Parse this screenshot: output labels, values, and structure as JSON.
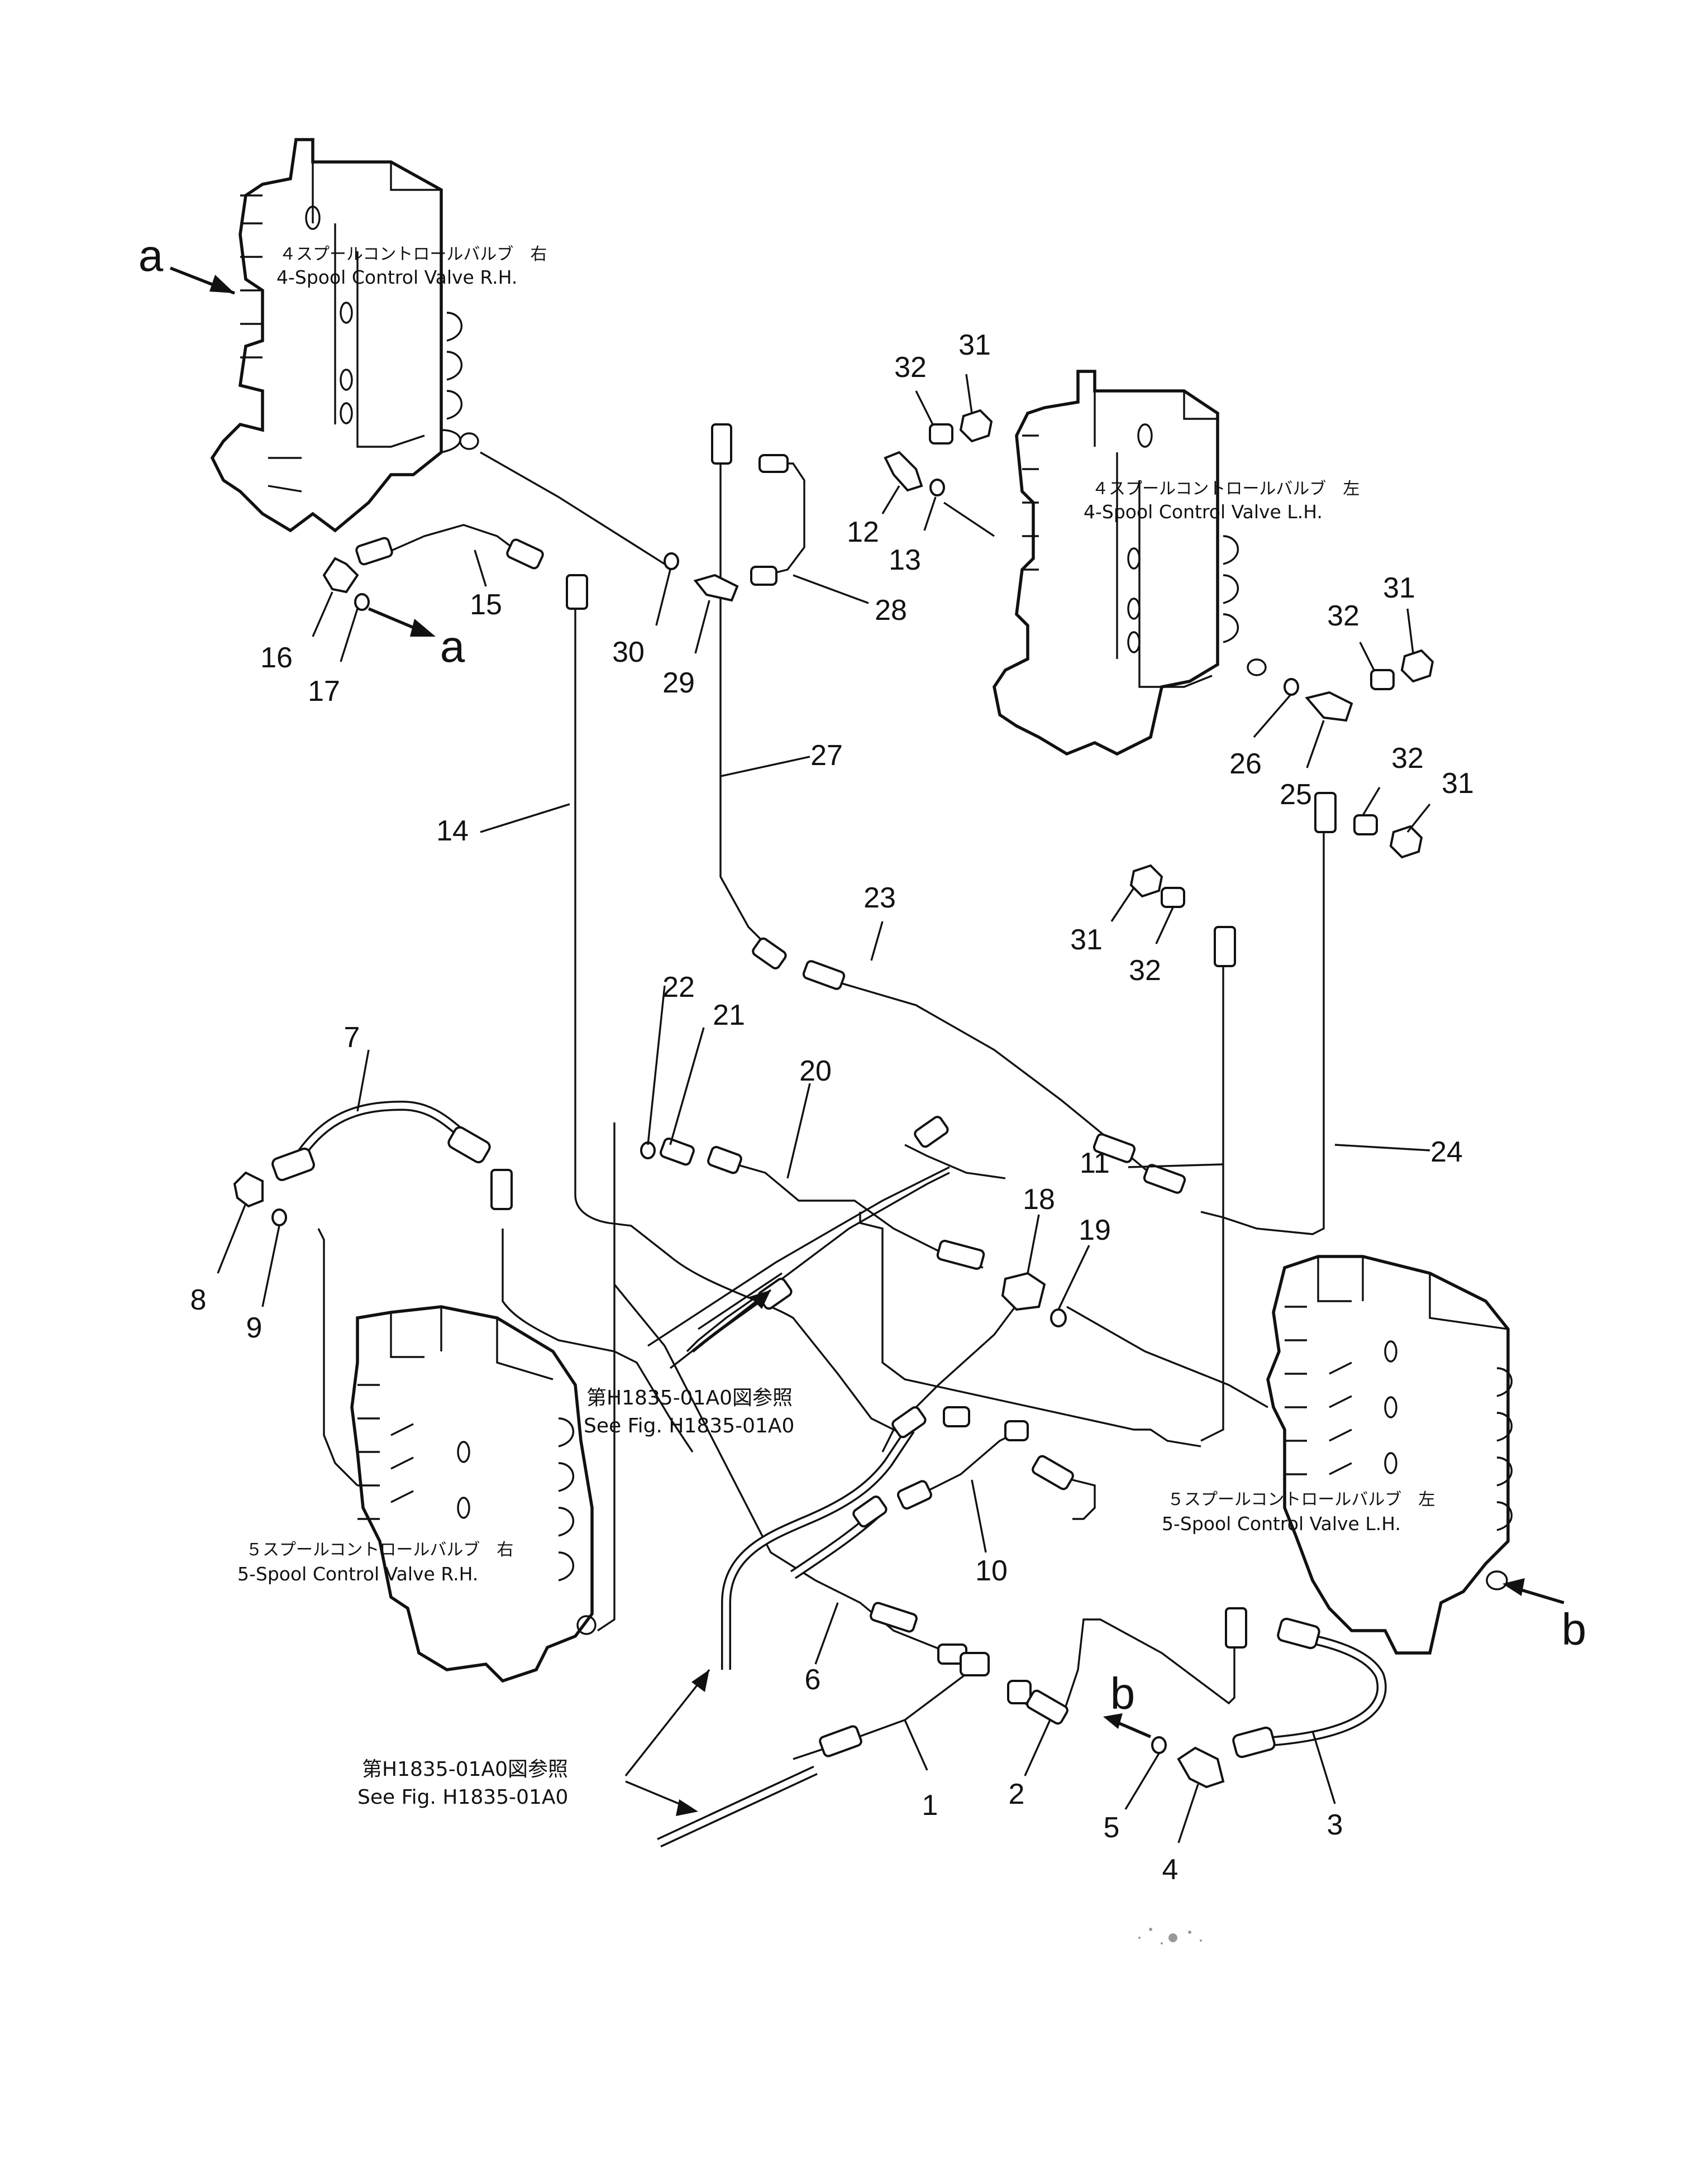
{
  "labels": {
    "valve_4_rh_jp": "４スプールコントロールバルブ　右",
    "valve_4_rh_en": "4-Spool  Control  Valve  R.H.",
    "valve_4_lh_jp": "４スプールコントロールバルブ　左",
    "valve_4_lh_en": "4-Spool  Control  Valve  L.H.",
    "valve_5_lh_jp": "５スプールコントロールバルブ　左",
    "valve_5_lh_en": "5-Spool  Control  Valve  L.H.",
    "valve_5_rh_jp": "５スプールコントロールバルブ　右",
    "valve_5_rh_en": "5-Spool  Control  Valve  R.H."
  },
  "references": {
    "ref1_jp": "第H1835-01A0図参照",
    "ref1_en": "See  Fig.  H1835-01A0",
    "ref2_jp": "第H1835-01A0図参照",
    "ref2_en": "See  Fig.  H1835-01A0"
  },
  "view_markers": {
    "a_top": "a",
    "a_bottom": "a",
    "b_right": "b",
    "b_bottom": "b"
  },
  "part_numbers": {
    "p1": "1",
    "p2": "2",
    "p3": "3",
    "p4": "4",
    "p5": "5",
    "p6": "6",
    "p7": "7",
    "p8": "8",
    "p9": "9",
    "p10": "10",
    "p11": "11",
    "p12": "12",
    "p13": "13",
    "p14": "14",
    "p15": "15",
    "p16": "16",
    "p17": "17",
    "p18": "18",
    "p19": "19",
    "p20": "20",
    "p21": "21",
    "p22": "22",
    "p23": "23",
    "p24": "24",
    "p25": "25",
    "p26": "26",
    "p27": "27",
    "p28": "28",
    "p29": "29",
    "p30": "30",
    "p31a": "31",
    "p32a": "32",
    "p31b": "31",
    "p32b": "32",
    "p31c": "31",
    "p32c": "32",
    "p31d": "31",
    "p32d": "32"
  }
}
